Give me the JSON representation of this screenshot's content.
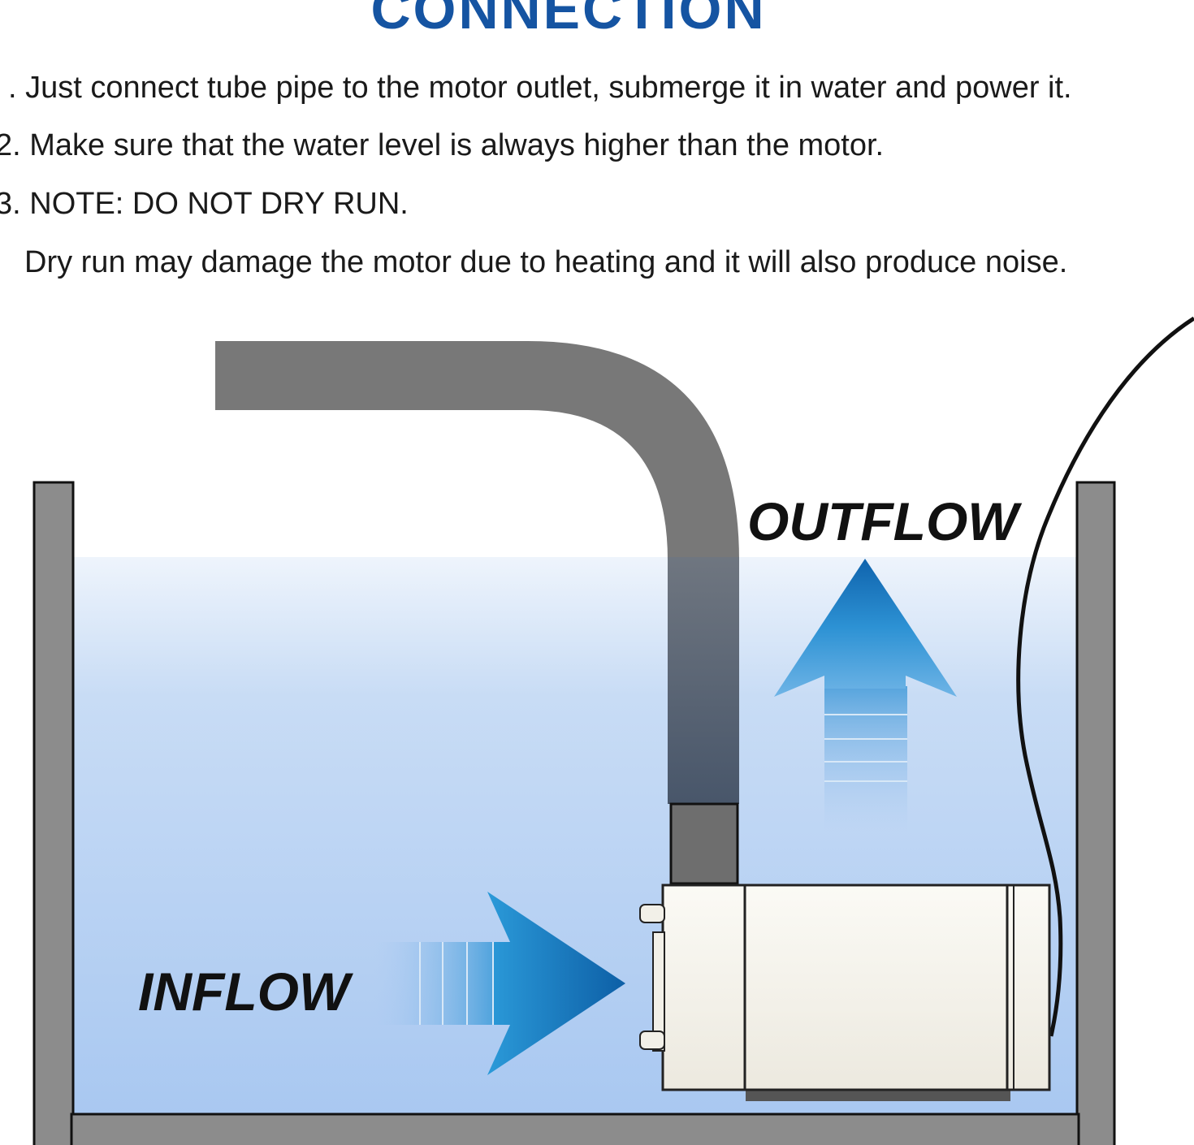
{
  "title": "CONNECTION",
  "instructions": [
    ". Just connect tube pipe to the motor outlet, submerge it in water and power it.",
    "2. Make sure that the water level is always higher than the motor.",
    "3. NOTE: DO NOT DRY RUN.",
    "Dry run may damage the motor due to heating and it will also produce noise."
  ],
  "labels": {
    "outflow": "OUTFLOW",
    "inflow": "INFLOW"
  },
  "colors": {
    "title": "#1554a2",
    "water_top": "#e8f1fb",
    "water_bottom": "#aac9f0",
    "tank_wall": "#8c8c8c",
    "pipe": "#777777",
    "arrow": "#1f86c8",
    "motor": "#f7f5ee"
  }
}
